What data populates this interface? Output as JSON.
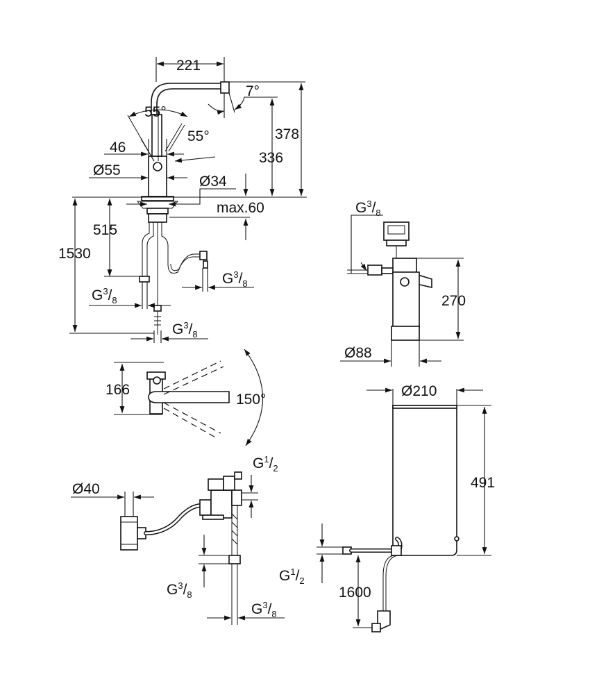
{
  "colors": {
    "line": "#111111",
    "background": "#ffffff"
  },
  "labels": {
    "d221": "221",
    "d7deg": "7°",
    "d55deg_top": "55°",
    "d55deg_right": "55°",
    "d378": "378",
    "d336": "336",
    "d46": "46",
    "dia55": "Ø55",
    "dia34": "Ø34",
    "max60": "max.60",
    "d515": "515",
    "d1530": "1530",
    "g38_a": "G",
    "g38_b": "G",
    "g38_c": "G",
    "g38_d": "G",
    "g38_e": "G",
    "g38_f": "G",
    "g12_a": "G",
    "g12_b": "G",
    "d270": "270",
    "dia88": "Ø88",
    "d166": "166",
    "d150deg": "150°",
    "dia210": "Ø210",
    "d491": "491",
    "dia40": "Ø40",
    "d1600": "1600",
    "frac_38_num": "3",
    "frac_38_den": "8",
    "frac_12_num": "1",
    "frac_12_den": "2"
  }
}
